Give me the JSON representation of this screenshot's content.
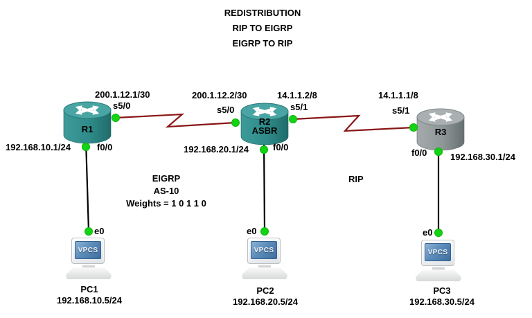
{
  "title": [
    "REDISTRIBUTION",
    "RIP TO EIGRP",
    "EIGRP TO RIP"
  ],
  "annotations": {
    "eigrp": [
      "EIGRP",
      "AS-10",
      "Weights = 1 0 1 1 0"
    ],
    "rip": "RIP"
  },
  "routers": {
    "r1": {
      "name": "R1"
    },
    "r2": {
      "name": "R2",
      "role": "ASBR"
    },
    "r3": {
      "name": "R3"
    }
  },
  "pcs": {
    "pc1": {
      "screen": "VPCS",
      "name": "PC1",
      "ip": "192.168.10.5/24"
    },
    "pc2": {
      "screen": "VPCS",
      "name": "PC2",
      "ip": "192.168.20.5/24"
    },
    "pc3": {
      "screen": "VPCS",
      "name": "PC3",
      "ip": "192.168.30.5/24"
    }
  },
  "labels": {
    "r1_s50_ip": "200.1.12.1/30",
    "r1_s50": "s5/0",
    "r1_f00": "f0/0",
    "r1_f00_ip": "192.168.10.1/24",
    "r2_s50_ip": "200.1.12.2/30",
    "r2_s50": "s5/0",
    "r2_s51_ip": "14.1.1.2/8",
    "r2_s51": "s5/1",
    "r2_f00": "f0/0",
    "r2_f00_ip": "192.168.20.1/24",
    "r3_s51_ip": "14.1.1.1/8",
    "r3_s51": "s5/1",
    "r3_f00": "f0/0",
    "r3_f00_ip": "192.168.30.1/24",
    "pc1_e0": "e0",
    "pc2_e0": "e0",
    "pc3_e0": "e0"
  },
  "colors": {
    "serial_link": "#8a1616",
    "ethernet_link": "#000000",
    "status_dot": "#12d412",
    "router_teal": "#2f8b89",
    "router_gray": "#8e9697",
    "pc_screen": "#4d7fae",
    "background": "#ffffff",
    "text": "#000000"
  }
}
